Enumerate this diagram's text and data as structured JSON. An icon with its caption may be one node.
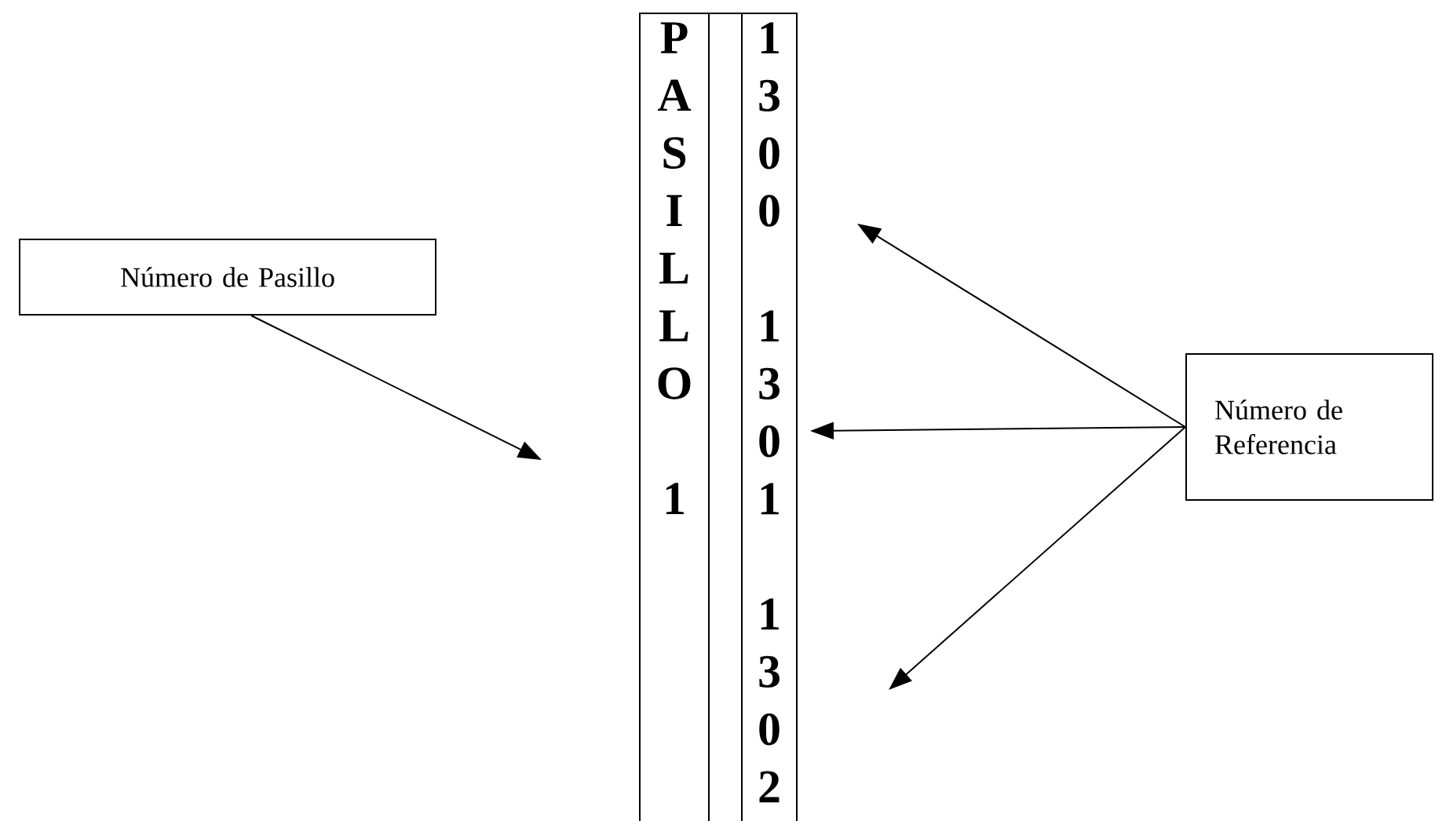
{
  "diagram": {
    "nodes": [
      {
        "text": [
          "Número de Pasillo"
        ]
      },
      {
        "text": [
          "P A S I L L O",
          "1"
        ]
      },
      {
        "text": [],
        "shape": "box"
      },
      {
        "text": [
          "1 3 0 0",
          "1 3 0 1",
          "1 3 0 2"
        ]
      },
      {
        "text": [
          "Número de Referencia"
        ]
      }
    ],
    "edges": [
      {
        "from": 0,
        "to": null,
        "arrow": "to"
      },
      {
        "from": 4,
        "to": 3,
        "arrow": "to"
      },
      {
        "from": 4,
        "to": 3,
        "arrow": "to"
      },
      {
        "from": 4,
        "to": 3,
        "arrow": "to"
      }
    ]
  }
}
